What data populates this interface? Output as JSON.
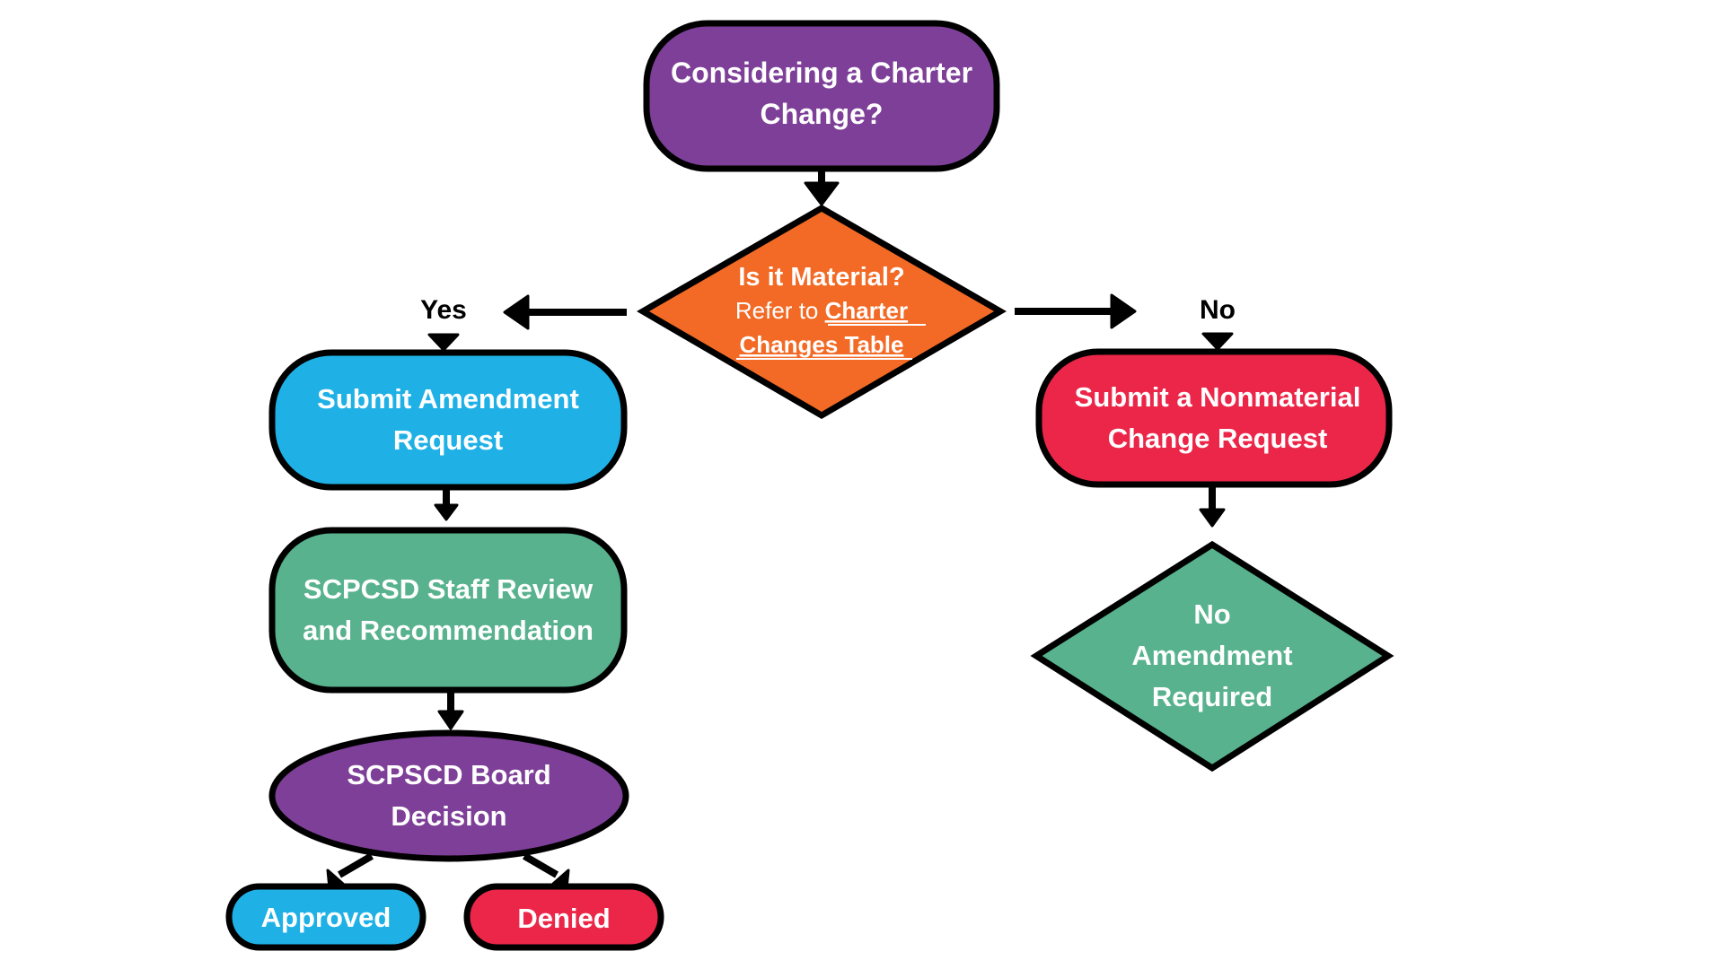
{
  "colors": {
    "purple": "#7e3f98",
    "orange": "#f26a25",
    "blue": "#1fb1e6",
    "red": "#ec2649",
    "green": "#58b28e",
    "outline": "#000000",
    "text": "#ffffff"
  },
  "nodes": {
    "start": {
      "lines": [
        "Considering a Charter",
        "Change?"
      ]
    },
    "decision": {
      "title": "Is it Material?",
      "refer_prefix": "Refer to ",
      "link_line1": "Charter",
      "link_line2": "Changes Table"
    },
    "amendment": {
      "lines": [
        "Submit Amendment",
        "Request"
      ]
    },
    "staff_review": {
      "lines": [
        "SCPCSD Staff Review",
        "and Recommendation"
      ]
    },
    "board": {
      "lines": [
        "SCPSCD Board",
        "Decision"
      ]
    },
    "approved": {
      "label": "Approved"
    },
    "denied": {
      "label": "Denied"
    },
    "nonmaterial": {
      "lines": [
        "Submit a Nonmaterial",
        "Change Request"
      ]
    },
    "no_amendment": {
      "lines": [
        "No",
        "Amendment",
        "Required"
      ]
    }
  },
  "branch_labels": {
    "yes": "Yes",
    "no": "No"
  }
}
